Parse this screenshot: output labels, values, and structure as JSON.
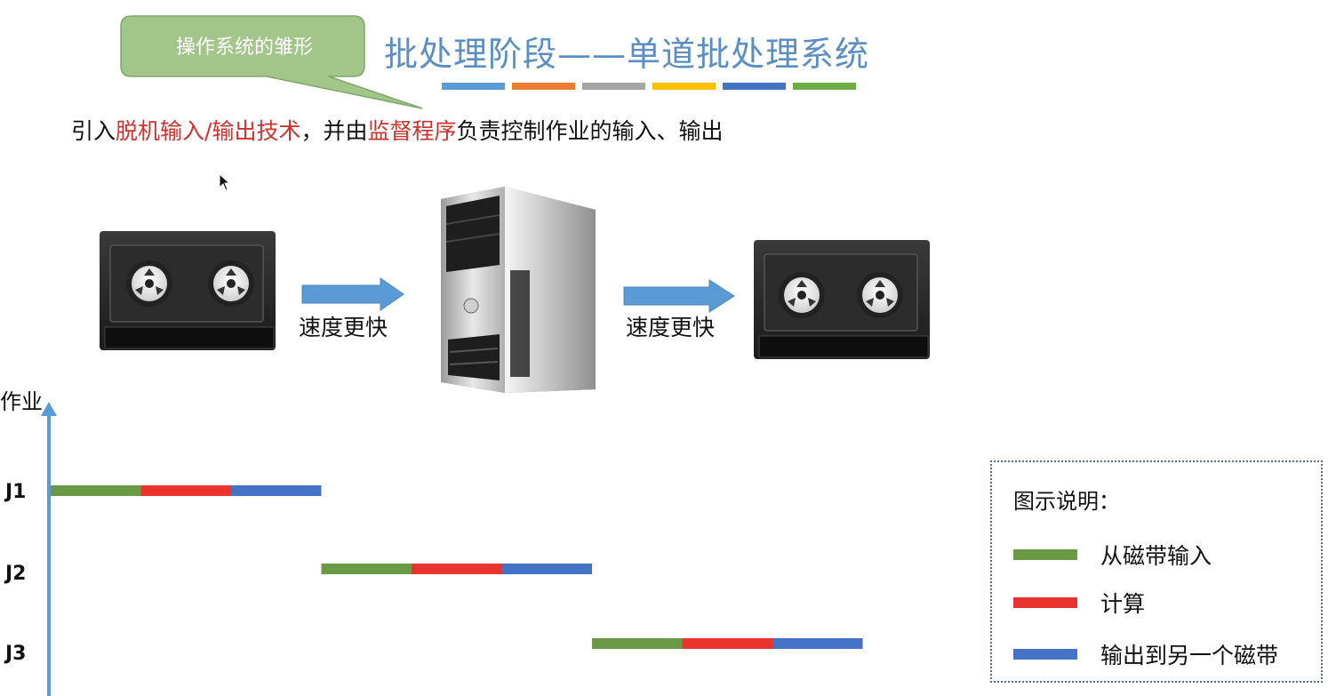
{
  "callout": {
    "text": "操作系统的雏形"
  },
  "title": {
    "text": "批处理阶段——单道批处理系统",
    "underline_colors": [
      "#5b9bd5",
      "#ed7d31",
      "#a5a5a5",
      "#ffc000",
      "#4472c4",
      "#70ad47"
    ]
  },
  "intro": {
    "p1": "引入",
    "hl1": "脱机输入/输出技术",
    "p2": "，并由",
    "hl2": "监督程序",
    "p3": "负责控制作业的输入、输出"
  },
  "flow": {
    "arrow1_label": "速度更快",
    "arrow2_label": "速度更快",
    "items": [
      {
        "name": "input-tape-drive",
        "icon": "tape-drive-icon"
      },
      {
        "name": "computer-host",
        "icon": "server-tower-icon"
      },
      {
        "name": "output-tape-drive",
        "icon": "tape-drive-icon"
      }
    ]
  },
  "chart_data": {
    "type": "gantt",
    "ylabel": "作业",
    "jobs": [
      {
        "label": "J1",
        "segments": [
          {
            "phase": "input",
            "start": 0,
            "end": 1
          },
          {
            "phase": "compute",
            "start": 1,
            "end": 2
          },
          {
            "phase": "output",
            "start": 2,
            "end": 3
          }
        ]
      },
      {
        "label": "J2",
        "segments": [
          {
            "phase": "input",
            "start": 3,
            "end": 4
          },
          {
            "phase": "compute",
            "start": 4,
            "end": 5
          },
          {
            "phase": "output",
            "start": 5,
            "end": 6
          }
        ]
      },
      {
        "label": "J3",
        "segments": [
          {
            "phase": "input",
            "start": 6,
            "end": 7
          },
          {
            "phase": "compute",
            "start": 7,
            "end": 8
          },
          {
            "phase": "output",
            "start": 8,
            "end": 9
          }
        ]
      }
    ],
    "phase_colors": {
      "input": "#6b9a47",
      "compute": "#e8332f",
      "output": "#4472c4"
    }
  },
  "legend": {
    "title": "图示说明：",
    "items": [
      {
        "label": "从磁带输入",
        "color": "#6b9a47"
      },
      {
        "label": "计算",
        "color": "#e8332f"
      },
      {
        "label": "输出到另一个磁带",
        "color": "#4472c4"
      }
    ]
  }
}
